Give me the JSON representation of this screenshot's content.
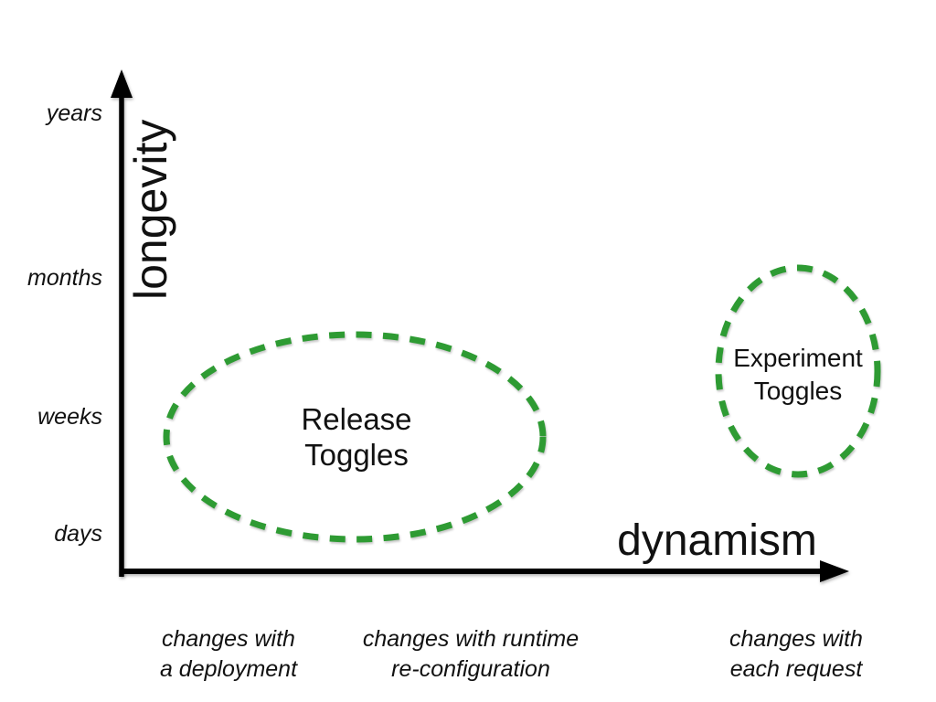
{
  "style": {
    "ellipse_stroke": "#2e9b33",
    "axis_color": "#000000",
    "text_color": "#111111",
    "background": "#ffffff"
  },
  "chart": {
    "y_axis": {
      "label": "longevity",
      "ticks": [
        "years",
        "months",
        "weeks",
        "days"
      ]
    },
    "x_axis": {
      "label": "dynamism",
      "ticks": [
        "changes with\na deployment",
        "changes with runtime\nre-configuration",
        "changes with\neach request"
      ]
    }
  },
  "regions": [
    {
      "label": "Release\nToggles"
    },
    {
      "label": "Experiment\nToggles"
    }
  ],
  "chart_data": {
    "type": "scatter",
    "title": "",
    "xlabel": "dynamism",
    "ylabel": "longevity",
    "x_tick_labels": [
      "changes with a deployment",
      "changes with runtime re-configuration",
      "changes with each request"
    ],
    "y_tick_labels_bottom_to_top": [
      "days",
      "weeks",
      "months",
      "years"
    ],
    "grid": false,
    "legend": false,
    "region_color": "#2e9b33",
    "region_style": "dashed-ellipse",
    "regions": [
      {
        "label": "Release Toggles",
        "x_range_frac": [
          0.06,
          0.58
        ],
        "y_range_frac": [
          0.07,
          0.49
        ],
        "x_meaning": "changes with a deployment to changes with runtime re-configuration",
        "y_meaning": "days to weeks"
      },
      {
        "label": "Experiment Toggles",
        "x_range_frac": [
          0.82,
          1.04
        ],
        "y_range_frac": [
          0.2,
          0.62
        ],
        "x_meaning": "changes with each request",
        "y_meaning": "weeks to months"
      }
    ]
  }
}
